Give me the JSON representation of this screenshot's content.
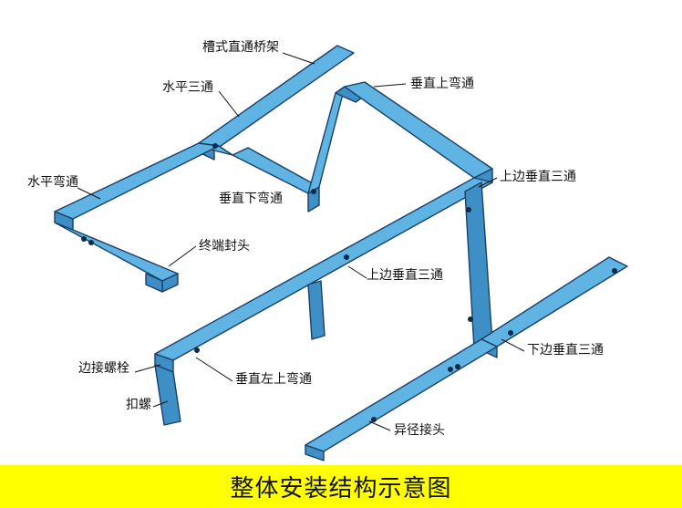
{
  "colors": {
    "tray_top": "#5fb4e4",
    "tray_side": "#3e8fc6",
    "tray_edge": "#1a3f66",
    "caption_bg": "#ffff00",
    "text": "#111111"
  },
  "labels": {
    "straight": "槽式直通桥架",
    "horizontal_tee": "水平三通",
    "horizontal_elbow": "水平弯通",
    "vertical_down_elbow": "垂直下弯通",
    "end_cap": "终端封头",
    "vertical_up_elbow": "垂直上弯通",
    "upper_vertical_tee_1": "上边垂直三通",
    "upper_vertical_tee_2": "上边垂直三通",
    "lower_vertical_tee": "下边垂直三通",
    "edge_bolt": "边接螺栓",
    "clip_nut": "扣螺",
    "vertical_left_up_elbow": "垂直左上弯通",
    "reducer": "异径接头"
  },
  "caption": "整体安装结构示意图"
}
